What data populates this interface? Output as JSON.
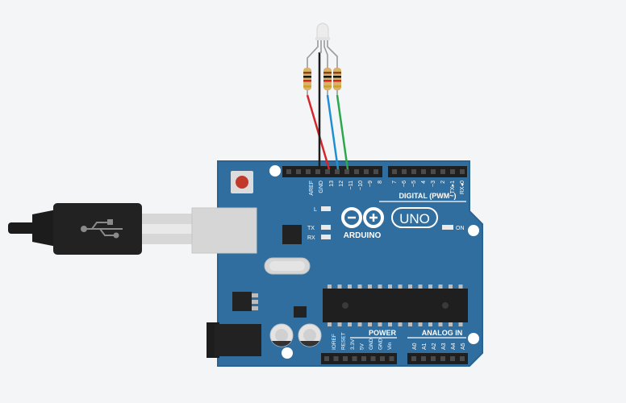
{
  "board": {
    "brand": "ARDUINO",
    "model": "UNO",
    "digital_header": "DIGITAL (PWM~)",
    "power_header": "POWER",
    "analog_header": "ANALOG IN",
    "led_l": "L",
    "led_tx": "TX",
    "led_rx": "RX",
    "led_on": "ON",
    "top_pins": [
      "AREF",
      "GND",
      "13",
      "12",
      "~11",
      "~10",
      "~9",
      "8",
      "7",
      "~6",
      "~5",
      "4",
      "~3",
      "2",
      "TX▸1",
      "RX◂0"
    ],
    "power_pins": [
      "IOREF",
      "RESET",
      "3.3V",
      "5V",
      "GND",
      "GND",
      "Vin"
    ],
    "analog_pins": [
      "A0",
      "A1",
      "A2",
      "A3",
      "A4",
      "A5"
    ]
  },
  "wires": [
    {
      "name": "red-wire",
      "color": "#d6262b"
    },
    {
      "name": "black-wire",
      "color": "#1d1d1d"
    },
    {
      "name": "blue-wire",
      "color": "#1f8fd3"
    },
    {
      "name": "green-wire",
      "color": "#2aa84a"
    }
  ],
  "colors": {
    "board": "#2f6e9f",
    "board_edge": "#2a6392",
    "header": "#1f1f1f",
    "usb_cable": "#1c1c1c",
    "background": "#f4f5f7"
  }
}
